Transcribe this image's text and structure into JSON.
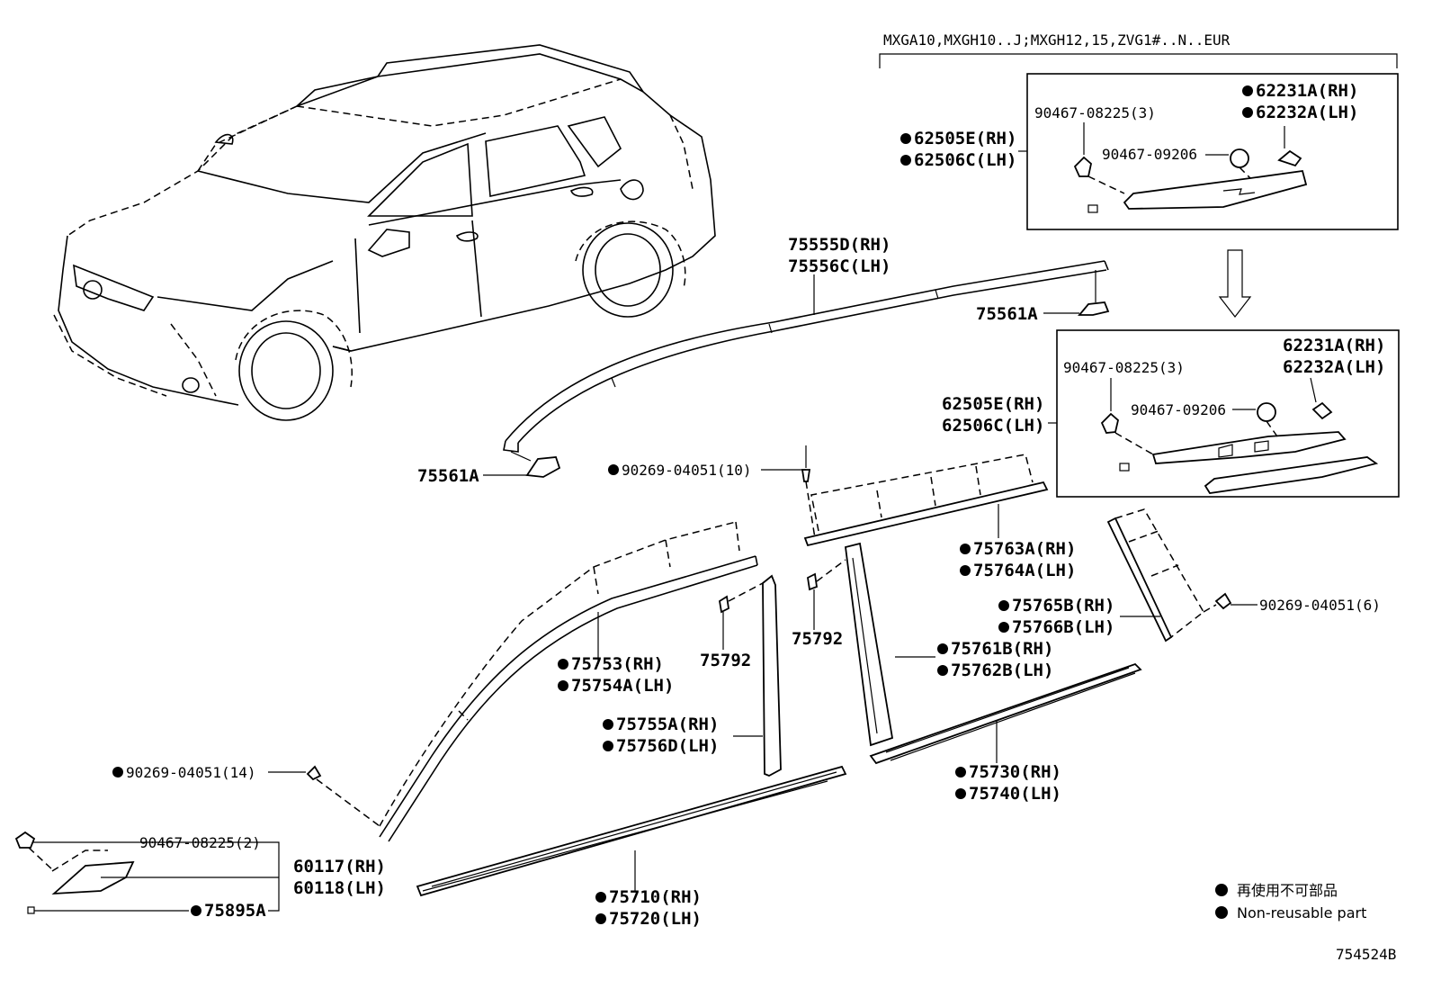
{
  "header": {
    "model_codes": "MXGA10,MXGH10..J;MXGH12,15,ZVG1#..N..EUR"
  },
  "labels": {
    "p62231A_rh_a": "62231A(RH)",
    "p62232A_lh_a": "62232A(LH)",
    "p90467_08225_3_a": "90467-08225(3)",
    "p90467_09206_a": "90467-09206",
    "p62505E_rh_a": "62505E(RH)",
    "p62506C_lh_a": "62506C(LH)",
    "p62231A_rh_b": "62231A(RH)",
    "p62232A_lh_b": "62232A(LH)",
    "p90467_08225_3_b": "90467-08225(3)",
    "p90467_09206_b": "90467-09206",
    "p62505E_rh_b": "62505E(RH)",
    "p62506C_lh_b": "62506C(LH)",
    "p75555D_rh": "75555D(RH)",
    "p75556C_lh": "75556C(LH)",
    "p75561A_top": "75561A",
    "p75561A_bottom": "75561A",
    "p90269_04051_10": "90269-04051(10)",
    "p75763A_rh": "75763A(RH)",
    "p75764A_lh": "75764A(LH)",
    "p75765B_rh": "75765B(RH)",
    "p75766B_lh": "75766B(LH)",
    "p90269_04051_6": "90269-04051(6)",
    "p75761B_rh": "75761B(RH)",
    "p75762B_lh": "75762B(LH)",
    "p75753_rh": "75753(RH)",
    "p75754A_lh": "75754A(LH)",
    "p75792_left": "75792",
    "p75792_right": "75792",
    "p75755A_rh": "75755A(RH)",
    "p75756D_lh": "75756D(LH)",
    "p90269_04051_14": "90269-04051(14)",
    "p75730_rh": "75730(RH)",
    "p75740_lh": "75740(LH)",
    "p90467_08225_2": "90467-08225(2)",
    "p60117_rh": "60117(RH)",
    "p60118_lh": "60118(LH)",
    "p75895A": "75895A",
    "p75710_rh": "75710(RH)",
    "p75720_lh": "75720(LH)"
  },
  "legend": {
    "japanese": "再使用不可部品",
    "english": "Non-reusable part"
  },
  "figure_id": "754524B",
  "icons": {
    "bullet": "filled-circle-non-reusable-icon",
    "arrow": "down-arrow-icon"
  }
}
